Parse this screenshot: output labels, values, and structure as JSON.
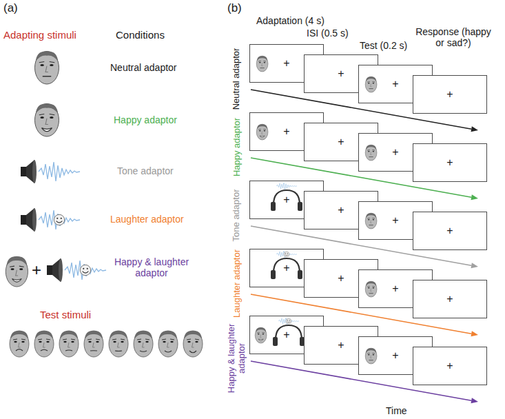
{
  "diagram": {
    "nodes": [
      {
        "text": [
          "+"
        ]
      },
      {
        "text": [
          "+"
        ]
      },
      {
        "text": [
          "+"
        ]
      },
      {
        "text": [
          "+"
        ]
      },
      {
        "text": [
          "+"
        ]
      },
      {
        "text": [
          "+"
        ]
      },
      {
        "text": [
          "+"
        ]
      },
      {
        "text": [
          "+"
        ]
      },
      {
        "text": [
          "+"
        ]
      },
      {
        "text": [
          "+"
        ]
      },
      {
        "text": [
          "+"
        ]
      },
      {
        "text": [
          "+"
        ]
      },
      {
        "text": [
          "+"
        ]
      },
      {
        "text": [
          "+"
        ]
      },
      {
        "text": [
          "+"
        ]
      },
      {
        "text": [
          "+"
        ]
      },
      {
        "text": [
          "+"
        ]
      },
      {
        "text": [
          "+"
        ]
      },
      {
        "text": [
          "+"
        ]
      },
      {
        "text": [
          "+"
        ]
      }
    ],
    "labels": [
      "(a)",
      "Adapting stimuli",
      "Conditions",
      "Neutral adaptor",
      "Happy adaptor",
      "Tone adaptor",
      "Laughter adaptor",
      "Happy & laughter adaptor",
      "+",
      "Test stimuli",
      "(b)",
      "Adaptation (4 s)",
      "ISI (0.5 s)",
      "Test (0.2 s)",
      "Response (happy or sad?)",
      "Neutral adaptor",
      "Happy adaptor",
      "Tone adaptor",
      "Laughter adaptor",
      "Happy & laughter adaptor",
      "Time"
    ]
  }
}
